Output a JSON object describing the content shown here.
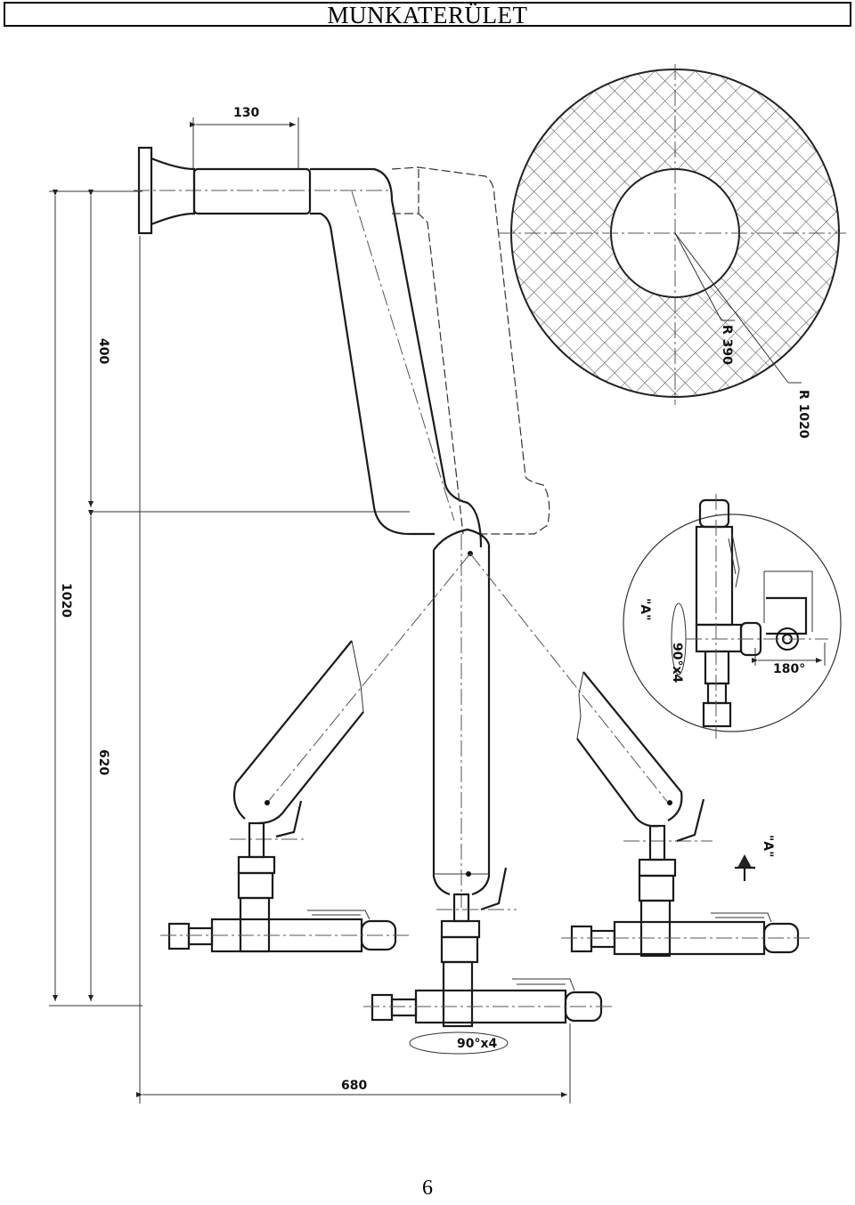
{
  "header": {
    "title": "MUNKATERÜLET"
  },
  "page": {
    "number": "6"
  },
  "dimensions": {
    "width_top": "130",
    "height_upper": "400",
    "height_total": "1020",
    "height_lower": "620",
    "width_bottom": "680",
    "radius_inner": "R 390",
    "radius_outer": "R 1020",
    "rotation_bottom": "90°x4",
    "rotation_detail": "90°x4",
    "angle_detail": "180°"
  },
  "views": {
    "detail_label": "\"A\"",
    "arrow_label": "\"A\""
  }
}
